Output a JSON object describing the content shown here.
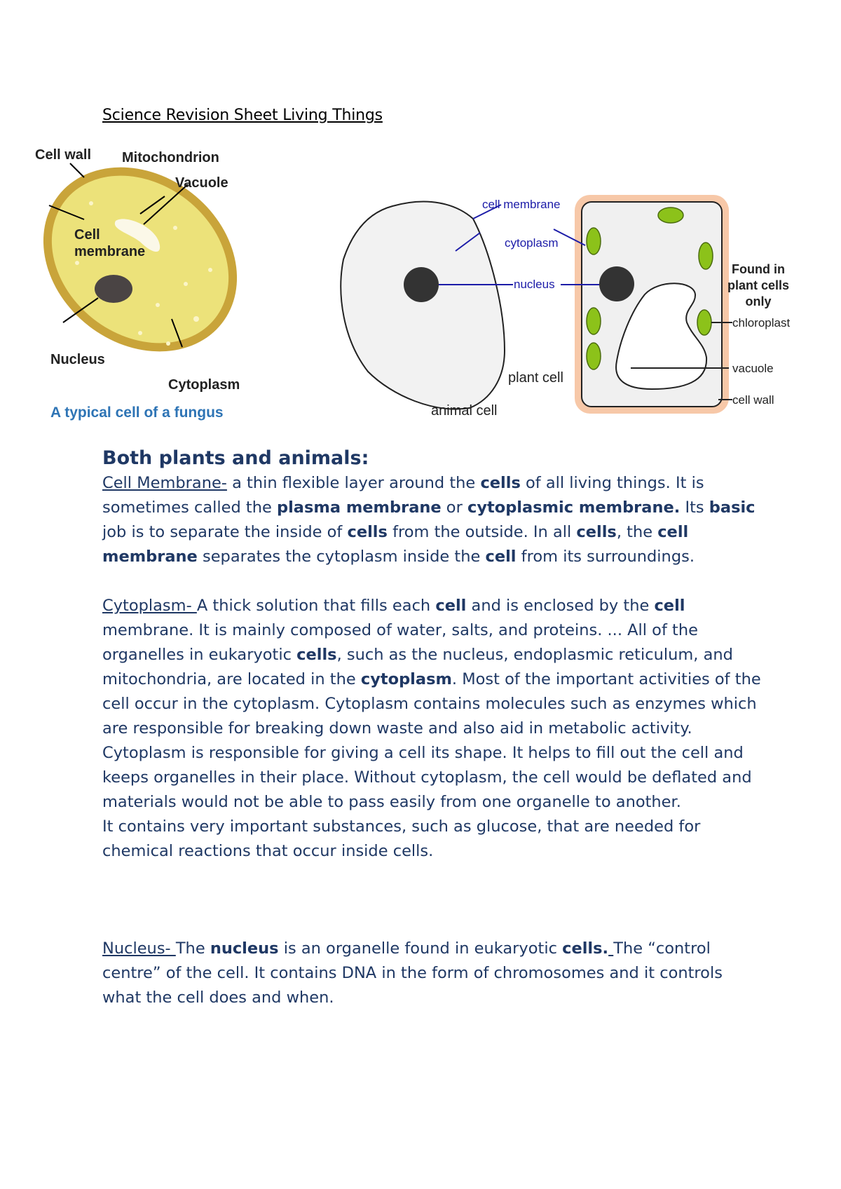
{
  "document": {
    "title": "Science Revision Sheet Living Things"
  },
  "fungus_figure": {
    "labels": {
      "cell_wall": "Cell wall",
      "mitochondrion": "Mitochondrion",
      "vacuole": "Vacuole",
      "cell_membrane_1": "Cell",
      "cell_membrane_2": "membrane",
      "nucleus": "Nucleus",
      "cytoplasm": "Cytoplasm"
    },
    "caption": "A typical cell of a fungus",
    "colors": {
      "wall": "#c9a43a",
      "cytoplasm": "#ece27a",
      "nucleus": "#4a4444",
      "caption": "#2e74b5"
    }
  },
  "animal_plant_figure": {
    "labels": {
      "cell_membrane": "cell membrane",
      "cytoplasm": "cytoplasm",
      "nucleus": "nucleus",
      "found_in_1": "Found in",
      "found_in_2": "plant cells",
      "found_in_3": "only",
      "chloroplast": "chloroplast",
      "vacuole": "vacuole",
      "cell_wall": "cell wall",
      "plant_cell": "plant cell",
      "animal_cell": "animal cell"
    },
    "colors": {
      "pointer": "#1c1ca8",
      "chloroplast": "#8cc21a",
      "wall": "#f7c8a8",
      "cell_fill": "#f0f0f0"
    }
  },
  "section": {
    "heading": "Both plants and animals:"
  },
  "membrane": {
    "term": "Cell Membrane-",
    "t1": " a thin flexible layer around the ",
    "b1": "cells",
    "t2": " of all living things. It is sometimes called the ",
    "b2": "plasma membrane",
    "t3": " or ",
    "b3": "cytoplasmic membrane.",
    "t4": " Its ",
    "b4": "basic",
    "t5": " job is to separate the inside of ",
    "b5": "cells",
    "t6": " from the outside. In all ",
    "b6": "cells",
    "t7": ", the ",
    "b7": "cell membrane",
    "t8": " separates the cytoplasm inside the ",
    "b8": "cell",
    "t9": " from its surroundings."
  },
  "cytoplasm": {
    "term": "Cytoplasm- ",
    "t1": "A thick solution that fills each ",
    "b1": "cell",
    "t2": " and is enclosed by the ",
    "b2": "cell",
    "t3": " membrane. It is mainly composed of water, salts, and proteins. ... All of the organelles in eukaryotic ",
    "b3": "cells",
    "t4": ", such as the nucleus, endoplasmic reticulum, and mitochondria, are located in the ",
    "b4": "cytoplasm",
    "t5": ". Most of the important activities of the cell occur in the cytoplasm. Cytoplasm contains molecules such as enzymes which are responsible for breaking down waste and also aid in metabolic activity.",
    "p2": "Cytoplasm is responsible for giving a cell its shape. It helps to fill out the cell and keeps organelles in their place. Without cytoplasm, the cell would be deflated and materials would not be able to pass easily from one organelle to another.",
    "p3": "It contains very important substances, such as glucose, that are needed for chemical reactions that occur inside cells."
  },
  "nucleus": {
    "term": "Nucleus- ",
    "t1": "The ",
    "b1": "nucleus",
    "t2": " is an organelle found in eukaryotic ",
    "b2": "cells.",
    "t3": " ",
    "t4": "The “control centre” of the cell. It contains DNA in the form of chromosomes and it controls what the cell does and when."
  }
}
